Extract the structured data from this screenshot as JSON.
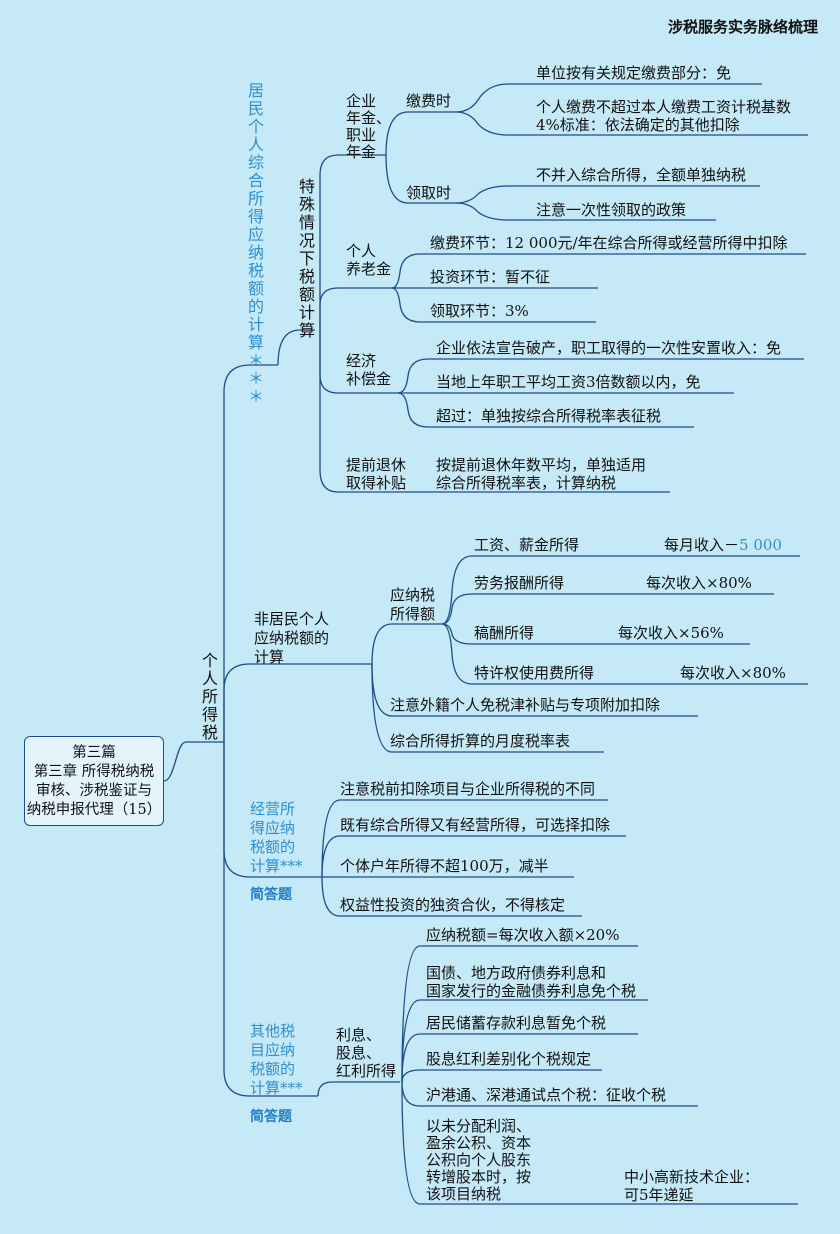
{
  "header": "涉税服务实务脉络梳理",
  "root": {
    "line1": "第三篇",
    "line2": "第三章  所得税纳税",
    "line3": "审核、涉税鉴证与",
    "line4": "纳税申报代理（15）"
  },
  "l1": "个人所得税",
  "resident": {
    "title": "居民个人综合所得应纳税额的计算＊＊＊",
    "special": "特殊情况下税额计算",
    "annuity": {
      "label": [
        "企业",
        "年金、",
        "职业",
        "年金"
      ],
      "pay": "缴费时",
      "pay_items": [
        "单位按有关规定缴费部分：免",
        "个人缴费不超过本人缴费工资计税基数",
        "4%标准：依法确定的其他扣除"
      ],
      "receive": "领取时",
      "receive_items": [
        "不并入综合所得，全额单独纳税",
        "注意一次性领取的政策"
      ]
    },
    "pension": {
      "label": [
        "个人",
        "养老金"
      ],
      "items": [
        "缴费环节：12 000元/年在综合所得或经营所得中扣除",
        "投资环节：暂不征",
        "领取环节：3%"
      ]
    },
    "comp": {
      "label": [
        "经济",
        "补偿金"
      ],
      "items": [
        "企业依法宣告破产，职工取得的一次性安置收入：免",
        "当地上年职工平均工资3倍数额以内，免",
        "超过：单独按综合所得税率表征税"
      ]
    },
    "early": {
      "label": [
        "提前退休",
        "取得补贴"
      ],
      "items": [
        "按提前退休年数平均，单独适用",
        "综合所得税率表，计算纳税"
      ]
    }
  },
  "nonres": {
    "title": [
      "非居民个人",
      "应纳税额的",
      "计算"
    ],
    "taxable": [
      "应纳税",
      "所得额"
    ],
    "rows": [
      {
        "name": "工资、薪金所得",
        "formula": "每月收入－",
        "hl": "5 000"
      },
      {
        "name": "劳务报酬所得",
        "formula": "每次收入×80%",
        "hl": ""
      },
      {
        "name": "稿酬所得",
        "formula": "每次收入×56%",
        "hl": ""
      },
      {
        "name": "特许权使用费所得",
        "formula": "每次收入×80%",
        "hl": ""
      }
    ],
    "note1": "注意外籍个人免税津补贴与专项附加扣除",
    "note2": "综合所得折算的月度税率表"
  },
  "business": {
    "title": [
      "经营所",
      "得应纳",
      "税额的",
      "计算***"
    ],
    "tag": "简答题",
    "items": [
      "注意税前扣除项目与企业所得税的不同",
      "既有综合所得又有经营所得，可选择扣除",
      "个体户年所得不超100万，减半",
      "权益性投资的独资合伙，不得核定"
    ]
  },
  "other": {
    "title": [
      "其他税",
      "目应纳",
      "税额的",
      "计算***"
    ],
    "tag": "简答题",
    "interest": [
      "利息、",
      "股息、",
      "红利所得"
    ],
    "items": [
      "应纳税额=每次收入额×20%",
      "国债、地方政府债券利息和",
      "国家发行的金融债券利息免个税",
      "居民储蓄存款利息暂免个税",
      "股息红利差别化个税规定",
      "沪港通、深港通试点个税：征收个税"
    ],
    "last": [
      "以未分配利润、",
      "盈余公积、资本",
      "公积向个人股东",
      "转增股本时，按",
      "该项目纳税"
    ],
    "hitech": [
      "中小高新技术企业：",
      "可5年递延"
    ]
  },
  "colors": {
    "line": "#1e4d8c",
    "accent": "#2f8fcf",
    "bg": "#c5e9f6"
  }
}
